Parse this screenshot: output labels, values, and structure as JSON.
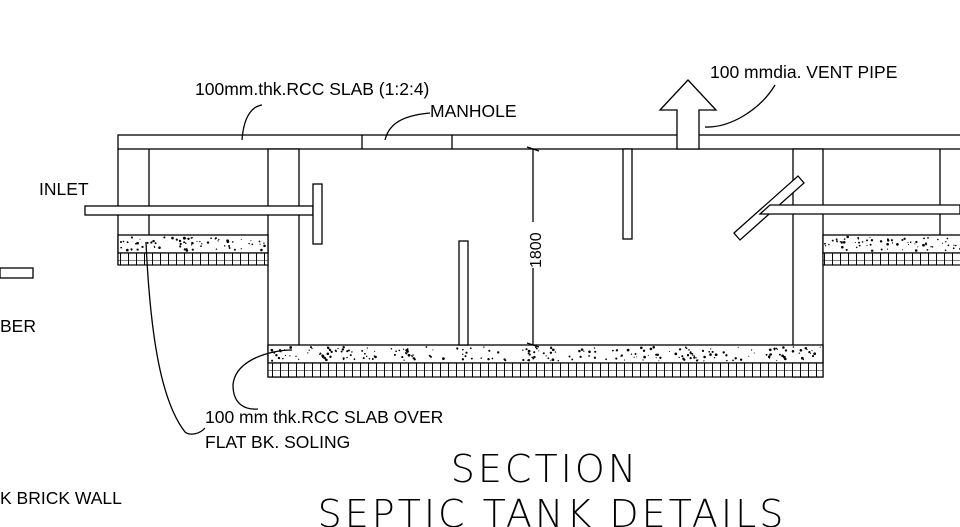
{
  "labels": {
    "rcc_slab_top": "100mm.thk.RCC SLAB (1:2:4)",
    "manhole": "MANHOLE",
    "vent_pipe": "100 mmdia. VENT PIPE",
    "inlet": "INLET",
    "chamber_partial": "BER",
    "dimension_height": "1800",
    "rcc_slab_over_line1": "100 mm thk.RCC SLAB OVER",
    "rcc_slab_over_line2": "FLAT BK. SOLING",
    "brick_wall_partial": "K BRICK WALL"
  },
  "titles": {
    "section": "SECTION",
    "main": "SEPTIC TANK DETAILS"
  },
  "colors": {
    "line": "#000000",
    "background": "#ffffff"
  }
}
